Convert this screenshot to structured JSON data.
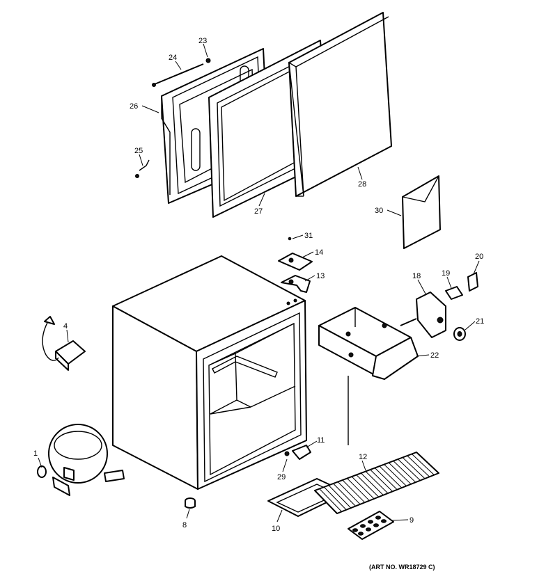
{
  "parts": [
    {
      "id": "p1",
      "number": "1"
    },
    {
      "id": "p4",
      "number": "4"
    },
    {
      "id": "p8",
      "number": "8"
    },
    {
      "id": "p9",
      "number": "9"
    },
    {
      "id": "p10",
      "number": "10"
    },
    {
      "id": "p11",
      "number": "11"
    },
    {
      "id": "p12",
      "number": "12"
    },
    {
      "id": "p13",
      "number": "13"
    },
    {
      "id": "p14",
      "number": "14"
    },
    {
      "id": "p18",
      "number": "18"
    },
    {
      "id": "p19",
      "number": "19"
    },
    {
      "id": "p20",
      "number": "20"
    },
    {
      "id": "p21",
      "number": "21"
    },
    {
      "id": "p22",
      "number": "22"
    },
    {
      "id": "p23",
      "number": "23"
    },
    {
      "id": "p24",
      "number": "24"
    },
    {
      "id": "p25",
      "number": "25"
    },
    {
      "id": "p26",
      "number": "26"
    },
    {
      "id": "p27",
      "number": "27"
    },
    {
      "id": "p28",
      "number": "28"
    },
    {
      "id": "p29",
      "number": "29"
    },
    {
      "id": "p30",
      "number": "30"
    },
    {
      "id": "p31",
      "number": "31"
    }
  ],
  "art_number": "(ART NO. WR18729 C)"
}
